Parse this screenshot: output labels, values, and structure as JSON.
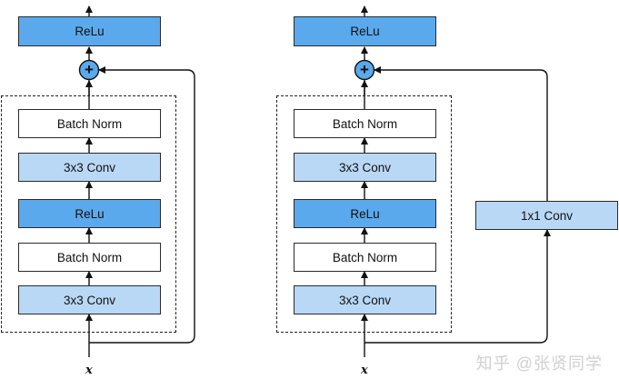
{
  "left": {
    "top_relu": "ReLu",
    "stack": [
      "Batch Norm",
      "3x3 Conv",
      "ReLu",
      "Batch Norm",
      "3x3 Conv"
    ],
    "input": "x",
    "add": "+"
  },
  "right": {
    "top_relu": "ReLu",
    "stack": [
      "Batch Norm",
      "3x3 Conv",
      "ReLu",
      "Batch Norm",
      "3x3 Conv"
    ],
    "input": "x",
    "add": "+",
    "shortcut": "1x1 Conv"
  },
  "watermark": "知乎 @张贤同学",
  "colors": {
    "relu": "#5aa9ec",
    "conv": "#b9d8f5",
    "batch_norm": "#ffffff",
    "line": "#222222"
  }
}
